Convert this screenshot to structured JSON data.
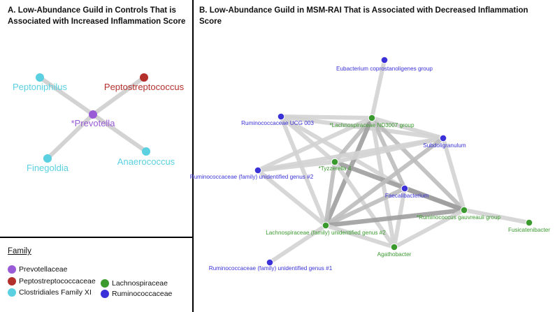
{
  "panels": {
    "a_title_line1": "A. Low-Abundance Guild in Controls That is",
    "a_title_line2": "Associated with Increased Inflammation Score",
    "b_title_line1": "B. Low-Abundance Guild in MSM-RAI That is Associated with Decreased Inflammation",
    "b_title_line2": "Score"
  },
  "legend": {
    "title": "Family",
    "items": [
      {
        "label": "Prevotellaceae",
        "color": "#9a5bd6"
      },
      {
        "label": "Peptostreptococcaceae",
        "color": "#b3302c"
      },
      {
        "label": "Clostridiales Family XI",
        "color": "#5ad0e0"
      },
      {
        "label": "Lachnospiraceae",
        "color": "#3a9a2e"
      },
      {
        "label": "Ruminococcaceae",
        "color": "#3a31d8"
      }
    ]
  },
  "network_a": {
    "nodes": [
      {
        "label": "*Prevotella",
        "family": "Prevotellaceae"
      },
      {
        "label": "Peptoniphilus",
        "family": "Clostridiales Family XI"
      },
      {
        "label": "Peptostreptococcus",
        "family": "Peptostreptococcaceae"
      },
      {
        "label": "Finegoldia",
        "family": "Clostridiales Family XI"
      },
      {
        "label": "Anaerococcus",
        "family": "Clostridiales Family XI"
      }
    ],
    "edges": [
      [
        "*Prevotella",
        "Peptoniphilus"
      ],
      [
        "*Prevotella",
        "Peptostreptococcus"
      ],
      [
        "*Prevotella",
        "Finegoldia"
      ],
      [
        "*Prevotella",
        "Anaerococcus"
      ]
    ]
  },
  "network_b": {
    "nodes": [
      {
        "label": "Eubacterium coprostanoligenes group",
        "family": "Ruminococcaceae"
      },
      {
        "label": "*Lachnospiraceae ND3007 group",
        "family": "Lachnospiraceae"
      },
      {
        "label": "Ruminococcaceae UCG 003",
        "family": "Ruminococcaceae"
      },
      {
        "label": "Subdoligranulum",
        "family": "Ruminococcaceae"
      },
      {
        "label": "*Tyzzerella 4",
        "family": "Lachnospiraceae"
      },
      {
        "label": "Ruminococcaceae (family) unidentified genus #2",
        "family": "Ruminococcaceae"
      },
      {
        "label": "Faecalibacterium",
        "family": "Ruminococcaceae"
      },
      {
        "label": "*Ruminococcus gauvreauii group",
        "family": "Lachnospiraceae"
      },
      {
        "label": "Fusicatenibacter",
        "family": "Lachnospiraceae"
      },
      {
        "label": "Lachnospiraceae (family) unidentified genus #2",
        "family": "Lachnospiraceae"
      },
      {
        "label": "Agathobacter",
        "family": "Lachnospiraceae"
      },
      {
        "label": "Ruminococcaceae (family) unidentified genus #1",
        "family": "Ruminococcaceae"
      }
    ],
    "edges": [
      {
        "s": "Eubacterium coprostanoligenes group",
        "t": "*Lachnospiraceae ND3007 group",
        "w": 1
      },
      {
        "s": "Ruminococcaceae UCG 003",
        "t": "*Lachnospiraceae ND3007 group",
        "w": 1
      },
      {
        "s": "Ruminococcaceae UCG 003",
        "t": "Subdoligranulum",
        "w": 1
      },
      {
        "s": "Ruminococcaceae UCG 003",
        "t": "*Tyzzerella 4",
        "w": 1
      },
      {
        "s": "Ruminococcaceae UCG 003",
        "t": "Lachnospiraceae (family) unidentified genus #2",
        "w": 1
      },
      {
        "s": "Ruminococcaceae UCG 003",
        "t": "Faecalibacterium",
        "w": 1
      },
      {
        "s": "*Lachnospiraceae ND3007 group",
        "t": "*Tyzzerella 4",
        "w": 2
      },
      {
        "s": "*Lachnospiraceae ND3007 group",
        "t": "Lachnospiraceae (family) unidentified genus #2",
        "w": 3
      },
      {
        "s": "*Lachnospiraceae ND3007 group",
        "t": "Faecalibacterium",
        "w": 2
      },
      {
        "s": "*Lachnospiraceae ND3007 group",
        "t": "*Ruminococcus gauvreauii group",
        "w": 2
      },
      {
        "s": "*Lachnospiraceae ND3007 group",
        "t": "Agathobacter",
        "w": 1
      },
      {
        "s": "*Lachnospiraceae ND3007 group",
        "t": "Subdoligranulum",
        "w": 1
      },
      {
        "s": "*Lachnospiraceae ND3007 group",
        "t": "Ruminococcaceae (family) unidentified genus #2",
        "w": 1
      },
      {
        "s": "Ruminococcaceae (family) unidentified genus #2",
        "t": "*Tyzzerella 4",
        "w": 1
      },
      {
        "s": "Ruminococcaceae (family) unidentified genus #2",
        "t": "Subdoligranulum",
        "w": 1
      },
      {
        "s": "Ruminococcaceae (family) unidentified genus #2",
        "t": "Lachnospiraceae (family) unidentified genus #2",
        "w": 1
      },
      {
        "s": "*Tyzzerella 4",
        "t": "Lachnospiraceae (family) unidentified genus #2",
        "w": 2
      },
      {
        "s": "*Tyzzerella 4",
        "t": "*Ruminococcus gauvreauii group",
        "w": 3
      },
      {
        "s": "*Tyzzerella 4",
        "t": "Subdoligranulum",
        "w": 1
      },
      {
        "s": "*Tyzzerella 4",
        "t": "Agathobacter",
        "w": 1
      },
      {
        "s": "Subdoligranulum",
        "t": "Lachnospiraceae (family) unidentified genus #2",
        "w": 2
      },
      {
        "s": "Subdoligranulum",
        "t": "*Ruminococcus gauvreauii group",
        "w": 1
      },
      {
        "s": "Faecalibacterium",
        "t": "*Ruminococcus gauvreauii group",
        "w": 3
      },
      {
        "s": "Faecalibacterium",
        "t": "Lachnospiraceae (family) unidentified genus #2",
        "w": 2
      },
      {
        "s": "Faecalibacterium",
        "t": "Agathobacter",
        "w": 1
      },
      {
        "s": "*Ruminococcus gauvreauii group",
        "t": "Fusicatenibacter",
        "w": 1
      },
      {
        "s": "*Ruminococcus gauvreauii group",
        "t": "Lachnospiraceae (family) unidentified genus #2",
        "w": 3
      },
      {
        "s": "*Ruminococcus gauvreauii group",
        "t": "Agathobacter",
        "w": 1
      },
      {
        "s": "Lachnospiraceae (family) unidentified genus #2",
        "t": "Agathobacter",
        "w": 1
      },
      {
        "s": "Lachnospiraceae (family) unidentified genus #2",
        "t": "Ruminococcaceae (family) unidentified genus #1",
        "w": 1
      }
    ]
  }
}
